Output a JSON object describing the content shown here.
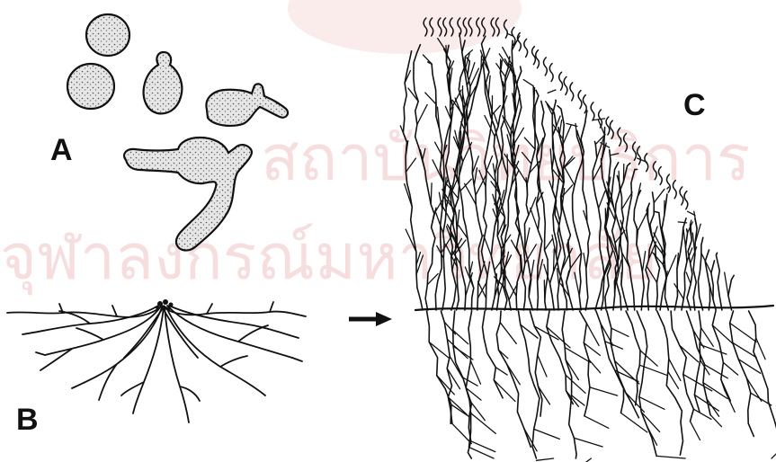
{
  "labels": {
    "a": "A",
    "b": "B",
    "c": "C"
  },
  "watermark": {
    "line1": "สถาบันวิทยบริการ",
    "line2": "จุฬาลงกรณ์มหาวิทยาลัย",
    "color": "#f7dede"
  },
  "colors": {
    "ink": "#111111",
    "cell_fill": "#d8d8d8",
    "background": "#ffffff"
  },
  "icons": {
    "arrow": "arrow-right-icon"
  }
}
